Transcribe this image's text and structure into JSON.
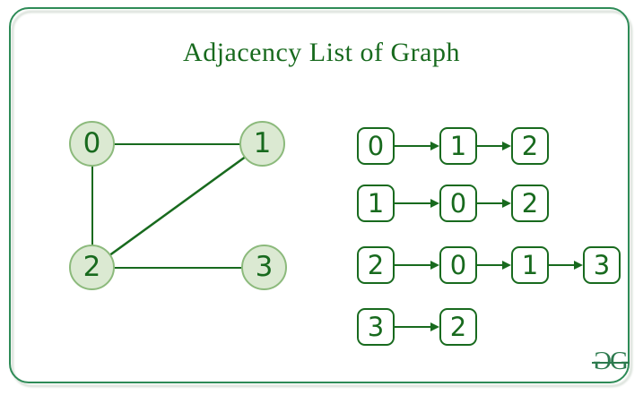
{
  "title": "Adjacency List of Graph",
  "colors": {
    "dark_green": "#186a1e",
    "node_fill": "#dbe9d2",
    "node_border": "#8cba7c",
    "frame_green": "#2E8B57",
    "logo_green": "#2c7a4e"
  },
  "graph": {
    "nodes": [
      {
        "label": "0"
      },
      {
        "label": "1"
      },
      {
        "label": "2"
      },
      {
        "label": "3"
      }
    ],
    "edges": [
      [
        "0",
        "1"
      ],
      [
        "0",
        "2"
      ],
      [
        "1",
        "2"
      ],
      [
        "2",
        "3"
      ]
    ]
  },
  "adjacency": {
    "rows": [
      {
        "cells": [
          "0",
          "1",
          "2"
        ]
      },
      {
        "cells": [
          "1",
          "0",
          "2"
        ]
      },
      {
        "cells": [
          "2",
          "0",
          "1",
          "3"
        ]
      },
      {
        "cells": [
          "3",
          "2"
        ]
      }
    ]
  },
  "logo": {
    "letters": [
      "G",
      "G"
    ]
  }
}
